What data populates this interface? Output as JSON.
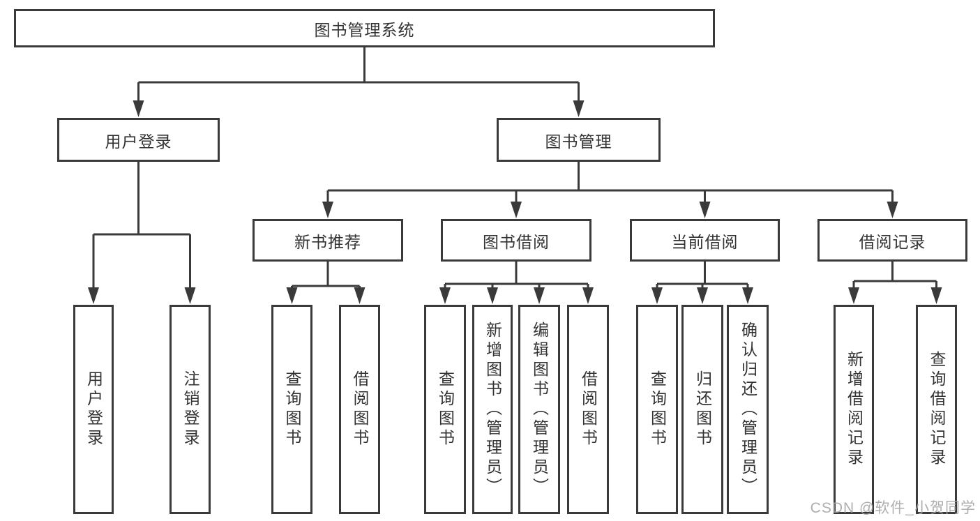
{
  "tree": {
    "root": "图书管理系统",
    "level2": [
      {
        "label": "用户登录",
        "children": [
          {
            "label": "用户登录"
          },
          {
            "label": "注销登录"
          }
        ]
      },
      {
        "label": "图书管理",
        "groups": [
          {
            "label": "新书推荐",
            "children": [
              {
                "label": "查询图书"
              },
              {
                "label": "借阅图书"
              }
            ]
          },
          {
            "label": "图书借阅",
            "children": [
              {
                "label": "查询图书"
              },
              {
                "label": "新增图书（管理员）"
              },
              {
                "label": "编辑图书（管理员）"
              },
              {
                "label": "借阅图书"
              }
            ]
          },
          {
            "label": "当前借阅",
            "children": [
              {
                "label": "查询图书"
              },
              {
                "label": "归还图书"
              },
              {
                "label": "确认归还（管理员）"
              }
            ]
          },
          {
            "label": "借阅记录",
            "children": [
              {
                "label": "新增借阅记录"
              },
              {
                "label": "查询借阅记录"
              }
            ]
          }
        ]
      }
    ]
  },
  "watermark": {
    "text": "CSDN @软件_小贺同学"
  },
  "colors": {
    "line": "#3a3a3a",
    "text": "#333333",
    "watermark": "#a5a5a5",
    "background": "#ffffff"
  }
}
